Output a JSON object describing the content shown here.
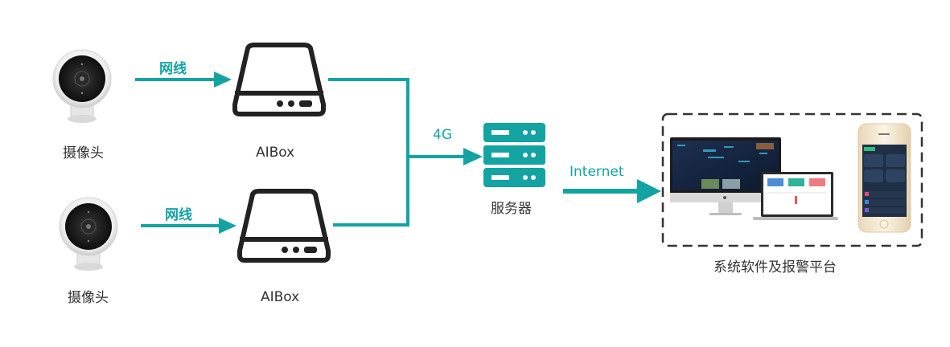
{
  "colors": {
    "accent": "#14a3a3",
    "device_outline": "#222222",
    "text": "#333333",
    "dashed_border": "#333333"
  },
  "cameras": [
    {
      "label": "摄像头",
      "link_label": "网线"
    },
    {
      "label": "摄像头",
      "link_label": "网线"
    }
  ],
  "aiboxes": [
    {
      "label": "AIBox"
    },
    {
      "label": "AIBox"
    }
  ],
  "uplink_label": "4G",
  "server": {
    "label": "服务器",
    "icon": "server-icon"
  },
  "internet_label": "Internet",
  "platform": {
    "label": "系统软件及报警平台",
    "icons": [
      "desktop-monitor-icon",
      "laptop-icon",
      "smartphone-icon"
    ]
  }
}
